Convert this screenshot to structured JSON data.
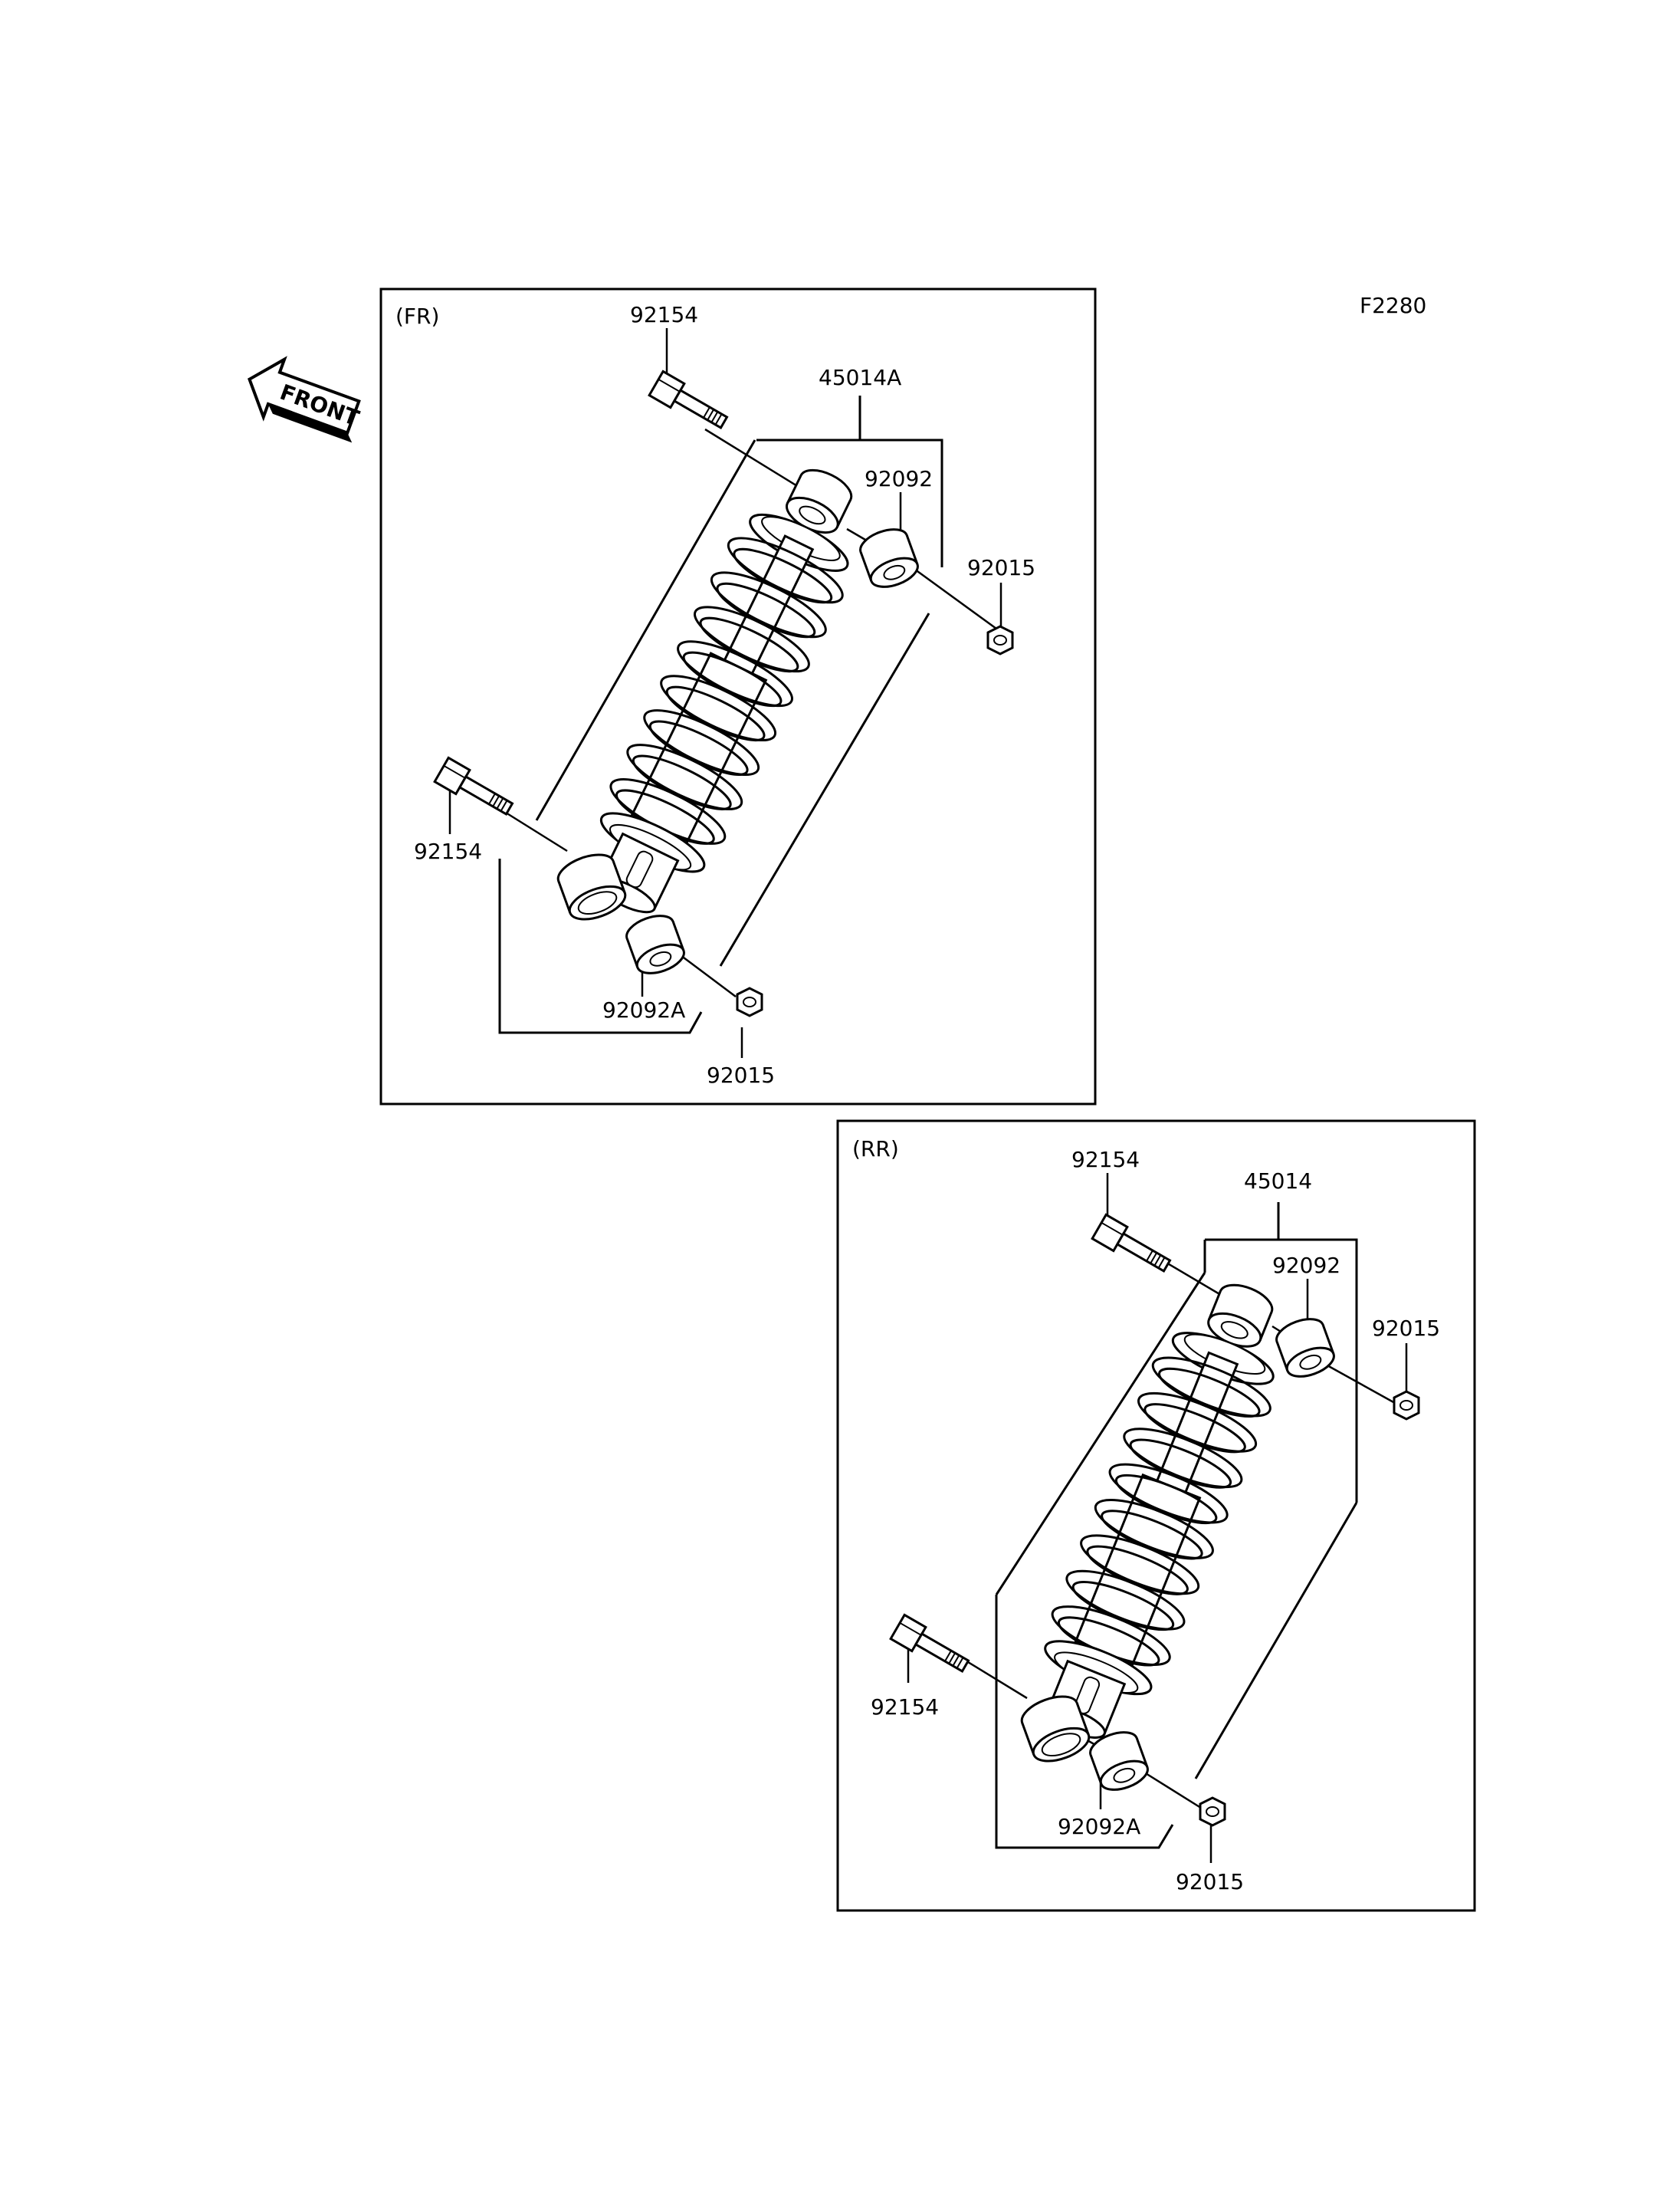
{
  "figure_code": "F2280",
  "direction_badge": "FRONT",
  "front_panel": {
    "title": "(FR)",
    "labels": {
      "bolt_top": "92154",
      "assembly": "45014A",
      "collar_top": "92092",
      "nut_top": "92015",
      "bolt_bottom": "92154",
      "collar_bottom": "92092A",
      "nut_bottom": "92015"
    }
  },
  "rear_panel": {
    "title": "(RR)",
    "labels": {
      "bolt_top": "92154",
      "assembly": "45014",
      "collar_top": "92092",
      "nut_top": "92015",
      "bolt_bottom": "92154",
      "collar_bottom": "92092A",
      "nut_bottom": "92015"
    }
  }
}
